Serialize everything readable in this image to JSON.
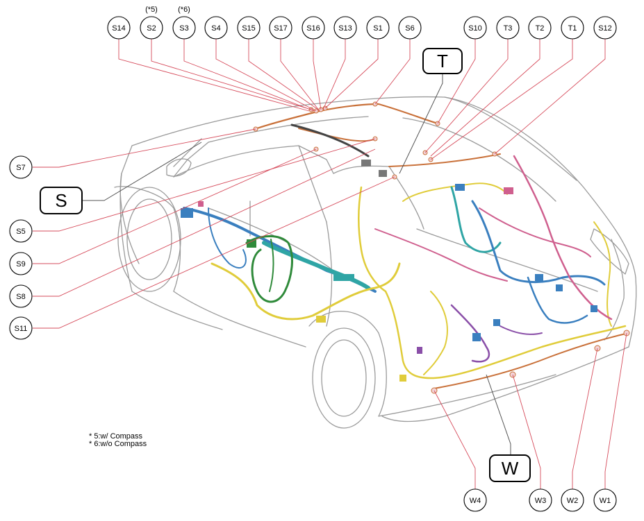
{
  "colors": {
    "leader_red": "#d64b5b",
    "leader_gray": "#555555",
    "harness_yellow": "#e0cc3a",
    "harness_blue": "#3a7fbf",
    "harness_teal": "#2fa5a5",
    "harness_green": "#2f8a3a",
    "harness_pink": "#cf5f8e",
    "harness_purple": "#8a4fa8",
    "harness_orange": "#c9713a",
    "car_outline": "#9a9a9a"
  },
  "connectors_top": [
    {
      "id": "S14",
      "label": "S14",
      "note": ""
    },
    {
      "id": "S2",
      "label": "S2",
      "note": "(*5)"
    },
    {
      "id": "S3",
      "label": "S3",
      "note": "(*6)"
    },
    {
      "id": "S4",
      "label": "S4",
      "note": ""
    },
    {
      "id": "S15",
      "label": "S15",
      "note": ""
    },
    {
      "id": "S17",
      "label": "S17",
      "note": ""
    },
    {
      "id": "S16",
      "label": "S16",
      "note": ""
    },
    {
      "id": "S13",
      "label": "S13",
      "note": ""
    },
    {
      "id": "S1",
      "label": "S1",
      "note": ""
    },
    {
      "id": "S6",
      "label": "S6",
      "note": ""
    },
    {
      "id": "S10",
      "label": "S10",
      "note": ""
    },
    {
      "id": "T3",
      "label": "T3",
      "note": ""
    },
    {
      "id": "T2",
      "label": "T2",
      "note": ""
    },
    {
      "id": "T1",
      "label": "T1",
      "note": ""
    },
    {
      "id": "S12",
      "label": "S12",
      "note": ""
    }
  ],
  "connectors_left": [
    {
      "id": "S7",
      "label": "S7"
    },
    {
      "id": "S5",
      "label": "S5"
    },
    {
      "id": "S9",
      "label": "S9"
    },
    {
      "id": "S8",
      "label": "S8"
    },
    {
      "id": "S11",
      "label": "S11"
    }
  ],
  "connectors_bottom": [
    {
      "id": "W4",
      "label": "W4"
    },
    {
      "id": "W3",
      "label": "W3"
    },
    {
      "id": "W2",
      "label": "W2"
    },
    {
      "id": "W1",
      "label": "W1"
    }
  ],
  "group_boxes": [
    {
      "id": "T",
      "label": "T"
    },
    {
      "id": "S",
      "label": "S"
    },
    {
      "id": "W",
      "label": "W"
    }
  ],
  "notes": [
    "* 5:w/ Compass",
    "* 6:w/o Compass"
  ]
}
